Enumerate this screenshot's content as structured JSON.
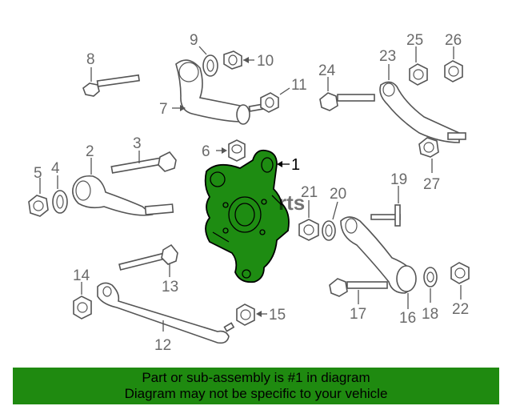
{
  "watermark": "rts",
  "callouts": {
    "c1": "1",
    "c2": "2",
    "c3": "3",
    "c4": "4",
    "c5": "5",
    "c6": "6",
    "c7": "7",
    "c8": "8",
    "c9": "9",
    "c10": "10",
    "c11": "11",
    "c12": "12",
    "c13": "13",
    "c14": "14",
    "c15": "15",
    "c16": "16",
    "c17": "17",
    "c18": "18",
    "c19": "19",
    "c20": "20",
    "c21": "21",
    "c22": "22",
    "c23": "23",
    "c24": "24",
    "c25": "25",
    "c26": "26",
    "c27": "27"
  },
  "banner": {
    "line1": "Part or sub-assembly is #1 in diagram",
    "line2": "Diagram may not be specific to your vehicle",
    "color": "#1f8a10"
  },
  "highlight_color": "#1e8c12"
}
